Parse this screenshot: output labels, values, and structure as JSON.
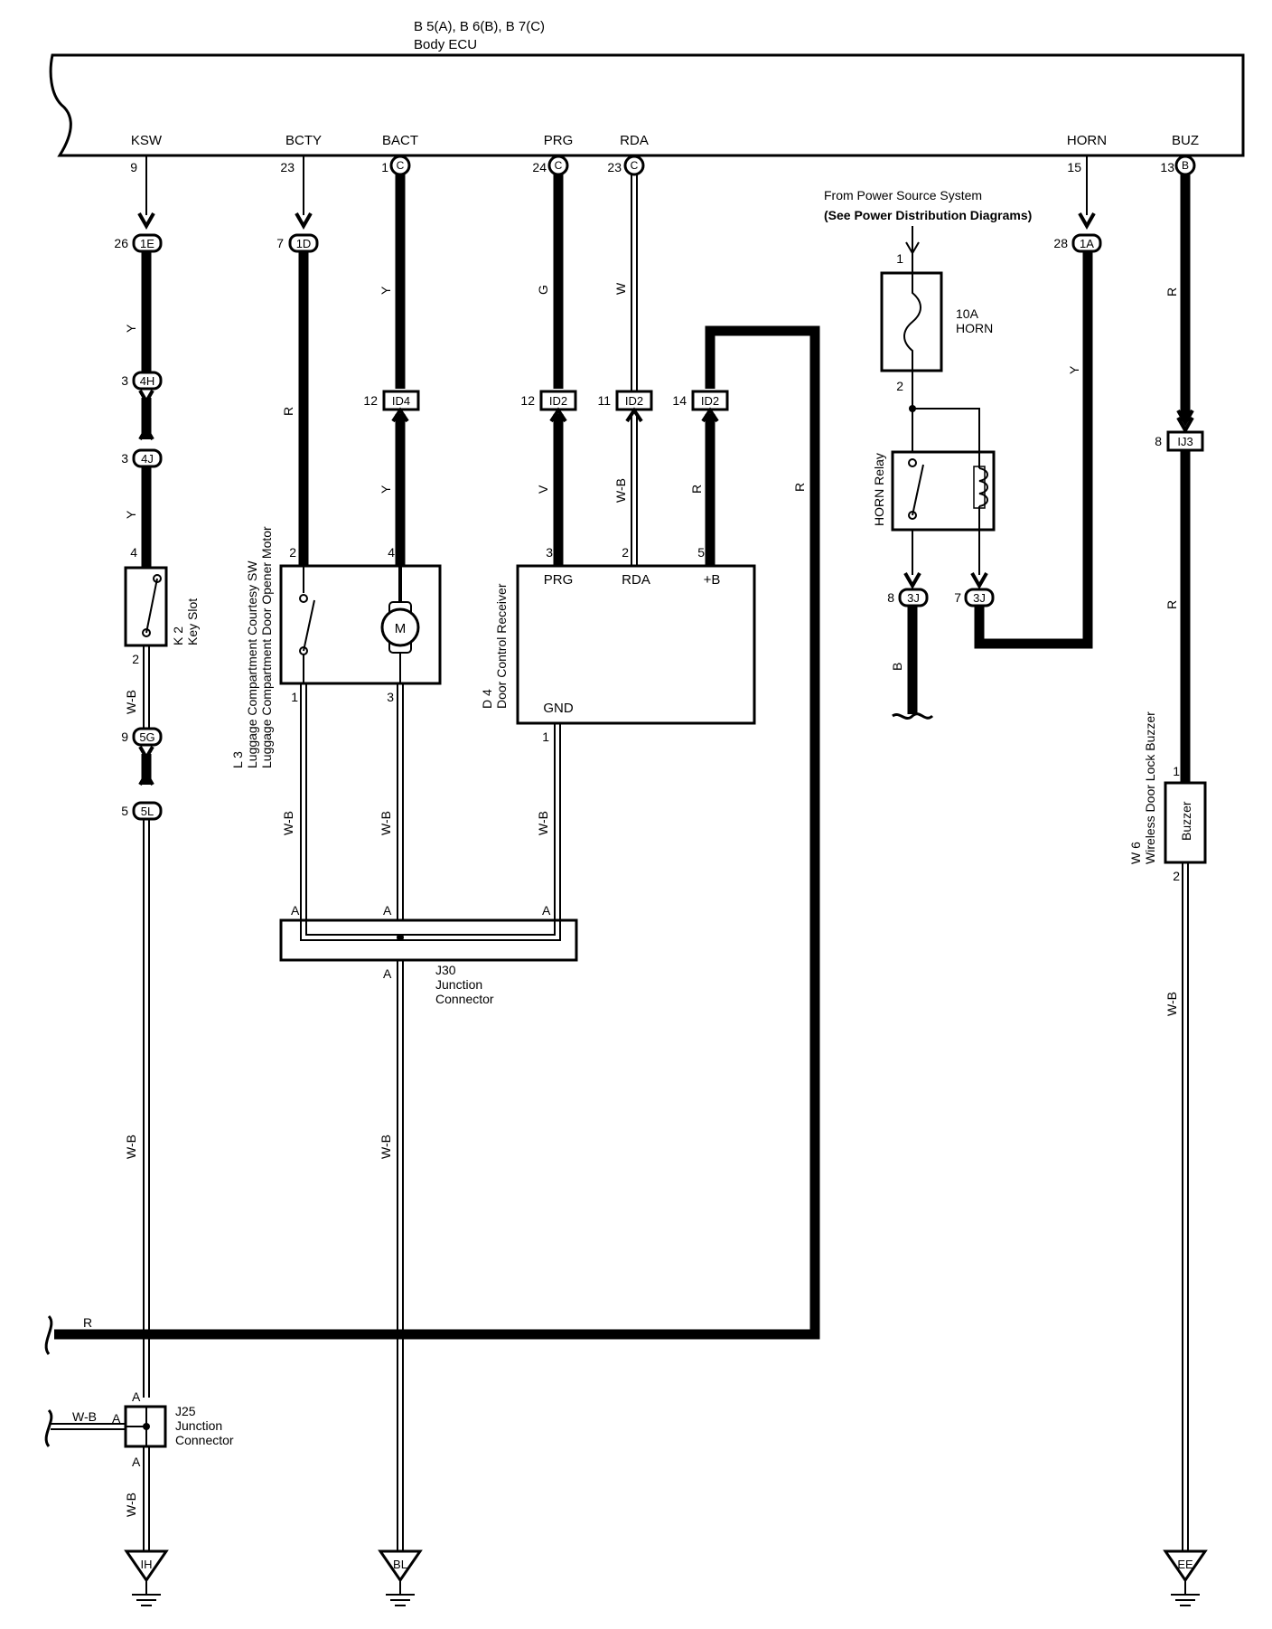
{
  "ecu": {
    "header": "B 5(A), B 6(B), B 7(C)",
    "name": "Body ECU",
    "terminals": {
      "ksw": {
        "label": "KSW",
        "pin": "9"
      },
      "bcty": {
        "label": "BCTY",
        "pin": "23"
      },
      "bact": {
        "label": "BACT",
        "pin": "1",
        "conn": "C"
      },
      "prg": {
        "label": "PRG",
        "pin": "24",
        "conn": "C"
      },
      "rda": {
        "label": "RDA",
        "pin": "23",
        "conn": "C"
      },
      "horn": {
        "label": "HORN",
        "pin": "15"
      },
      "buz": {
        "label": "BUZ",
        "pin": "13",
        "conn": "B"
      }
    }
  },
  "power_source": {
    "line1": "From Power Source System",
    "line2": "(See Power Distribution Diagrams)"
  },
  "fuse": {
    "rating": "10A",
    "name": "HORN",
    "pin_in": "1",
    "pin_out": "2"
  },
  "horn_relay": {
    "label": "HORN Relay"
  },
  "connectors": {
    "c_1e": {
      "pin": "26",
      "id": "1E"
    },
    "c_1d": {
      "pin": "7",
      "id": "1D"
    },
    "c_1a": {
      "pin": "28",
      "id": "1A"
    },
    "c_4h": {
      "pin": "3",
      "id": "4H"
    },
    "c_4j": {
      "pin": "3",
      "id": "4J"
    },
    "c_5g": {
      "pin": "9",
      "id": "5G"
    },
    "c_5l": {
      "pin": "5",
      "id": "5L"
    },
    "c_3j_a": {
      "pin": "8",
      "id": "3J"
    },
    "c_3j_b": {
      "pin": "7",
      "id": "3J"
    },
    "id4": {
      "pin": "12",
      "id": "ID4"
    },
    "id2_prg": {
      "pin": "12",
      "id": "ID2"
    },
    "id2_rda": {
      "pin": "11",
      "id": "ID2"
    },
    "id2_b": {
      "pin": "14",
      "id": "ID2"
    },
    "ij3": {
      "pin": "8",
      "id": "IJ3"
    }
  },
  "wire_colors": {
    "y": "Y",
    "r": "R",
    "g": "G",
    "w": "W",
    "wb": "W-B",
    "b": "B"
  },
  "key_slot": {
    "code": "K 2",
    "name": "Key Slot",
    "pin_top": "4",
    "pin_bottom": "2"
  },
  "luggage": {
    "code": "L 3",
    "name1": "Luggage Compartment Courtesy SW",
    "name2": "Luggage Compartment Door Opener Motor",
    "pins": {
      "sw_top": "2",
      "motor_top": "4",
      "sw_bottom": "1",
      "motor_bottom": "3"
    },
    "motor_symbol": "M"
  },
  "receiver": {
    "code": "D 4",
    "name": "Door Control Receiver",
    "pins": {
      "prg": "3",
      "rda": "2",
      "b": "5",
      "gnd": "1"
    },
    "terminals": {
      "prg": "PRG",
      "rda": "RDA",
      "b": "+B",
      "gnd": "GND"
    }
  },
  "buzzer": {
    "code": "W 6",
    "name": "Wireless Door Lock Buzzer",
    "inner": "Buzzer",
    "pin_top": "1",
    "pin_bottom": "2"
  },
  "j30": {
    "code": "J30",
    "line1": "Junction",
    "line2": "Connector",
    "pin": "A"
  },
  "j25": {
    "code": "J25",
    "line1": "Junction",
    "line2": "Connector",
    "pin": "A"
  },
  "grounds": {
    "ih": "IH",
    "bl": "BL",
    "ee": "EE"
  }
}
